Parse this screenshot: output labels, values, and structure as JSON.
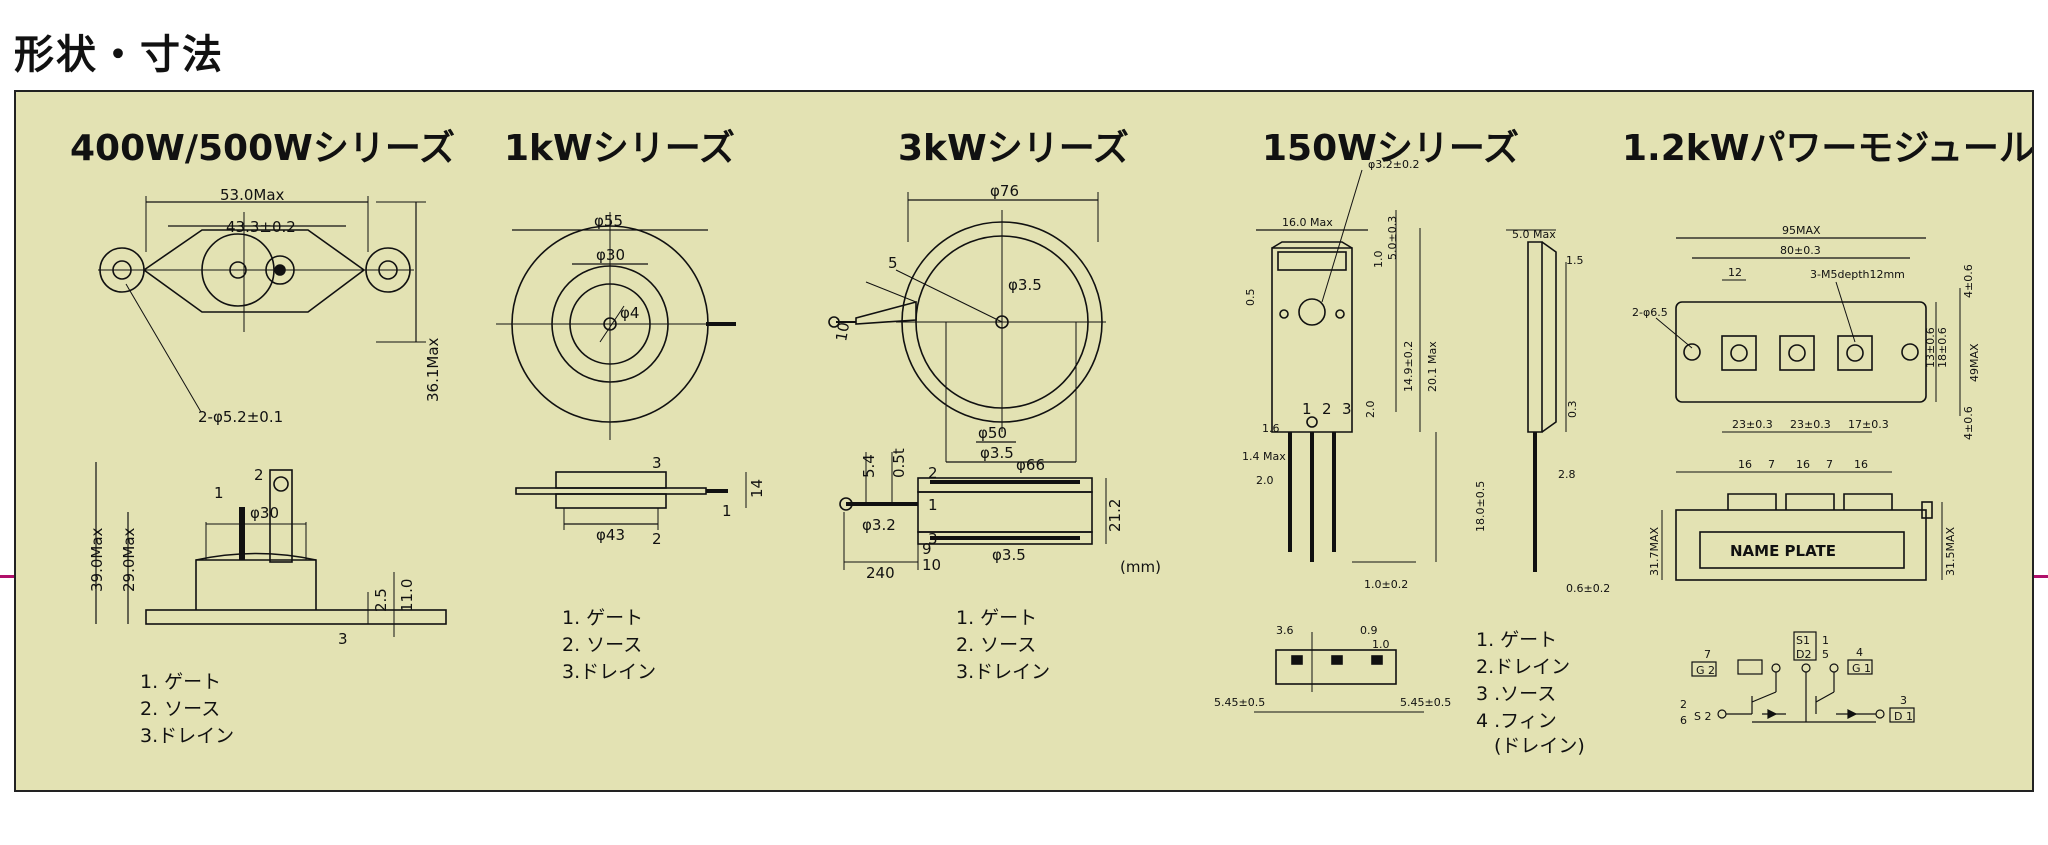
{
  "page": {
    "title": "形状・寸法"
  },
  "colors": {
    "panel_bg": "#e3e2b3",
    "ink": "#111111",
    "accent": "#b0106a"
  },
  "series": [
    {
      "id": "s400",
      "title": "400W/500Wシリーズ",
      "dims": [
        "53.0Max",
        "43.3±0.2",
        "36.1Max",
        "2-φ5.2±0.1",
        "39.0Max",
        "29.0Max",
        "φ30",
        "2.5",
        "11.0"
      ],
      "pins": [
        "1",
        "2",
        "3"
      ],
      "legend": [
        "1. ゲート",
        "2. ソース",
        "3.ドレイン"
      ]
    },
    {
      "id": "s1k",
      "title": "1kWシリーズ",
      "dims": [
        "φ55",
        "φ30",
        "φ4",
        "14",
        "φ43"
      ],
      "pins": [
        "3",
        "1",
        "2"
      ],
      "legend": [
        "1. ゲート",
        "2. ソース",
        "3.ドレイン"
      ]
    },
    {
      "id": "s3k",
      "title": "3kWシリーズ",
      "dims": [
        "φ76",
        "5",
        "10",
        "φ3.5",
        "φ50",
        "φ3.5",
        "φ66",
        "5.4",
        "0.5t",
        "φ3.2",
        "9",
        "10",
        "21.2",
        "240",
        "φ3.5"
      ],
      "pins": [
        "2",
        "1",
        "3"
      ],
      "unit": "(mm)",
      "legend": [
        "1. ゲート",
        "2. ソース",
        "3.ドレイン"
      ]
    },
    {
      "id": "s150",
      "title": "150Wシリーズ",
      "dims": [
        "φ3.2±0.2",
        "16.0 Max",
        "1.0",
        "5.0±0.3",
        "0.5",
        "5.0 Max",
        "1.5",
        "14.9±0.2",
        "20.1 Max",
        "2.0",
        "0.3",
        "1.6",
        "1.4 Max",
        "2.0",
        "2.8",
        "18.0±0.5",
        "1.0±0.2",
        "0.6±0.2",
        "3.6",
        "0.9",
        "1.0",
        "5.45±0.5",
        "5.45±0.5"
      ],
      "pins": [
        "1",
        "2",
        "3"
      ],
      "legend": [
        "1. ゲート",
        "2.ドレイン",
        "3 .ソース",
        "4 .フィン",
        "(ドレイン)"
      ]
    },
    {
      "id": "s12k",
      "title": "1.2kWパワーモジュール",
      "dims": [
        "95MAX",
        "80±0.3",
        "12",
        "3-M5depth12mm",
        "2-φ6.5",
        "4±0.6",
        "18±0.6",
        "13±0.6",
        "49MAX",
        "4±0.6",
        "23±0.3",
        "23±0.3",
        "17±0.3",
        "16",
        "7",
        "16",
        "7",
        "16",
        "31.7MAX",
        "31.5MAX"
      ],
      "name_plate": "NAME  PLATE",
      "terminals": [
        "7",
        "G 2",
        "S1",
        "D2",
        "1",
        "5",
        "4",
        "G 1",
        "2",
        "6",
        "S 2",
        "3",
        "D 1"
      ]
    }
  ]
}
